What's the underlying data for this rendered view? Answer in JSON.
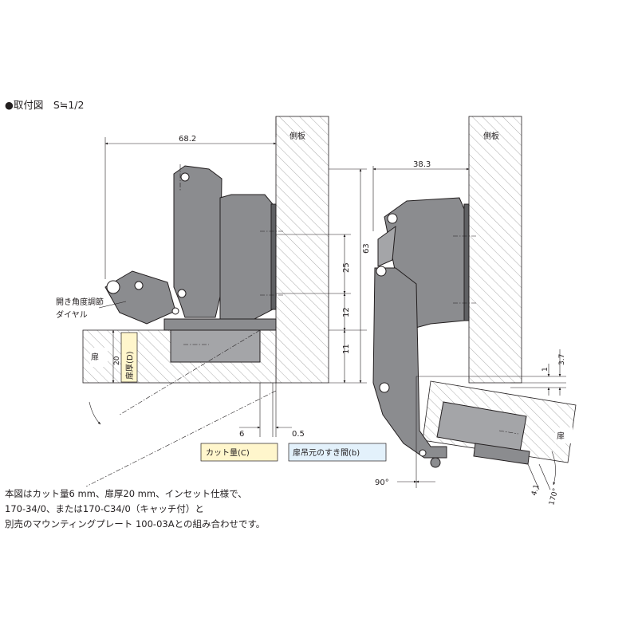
{
  "title": "●取付図　S≒1/2",
  "labels": {
    "side_panel_left": "側板",
    "side_panel_right": "側板",
    "door_left": "扉",
    "door_right": "扉",
    "door_thickness": "扉厚(D)",
    "dial": [
      "開き角度調節",
      "ダイヤル"
    ],
    "cut_amount": "カット量(C)",
    "door_gap": "扉吊元のすき間(b)"
  },
  "dimensions": {
    "width_left": "68.2",
    "width_right": "38.3",
    "height_63": "63",
    "height_25": "25",
    "height_12": "12",
    "height_11": "11",
    "door_20": "20",
    "cut_6": "6",
    "gap_05": "0.5",
    "dim_1": "1",
    "dim_37": "3.7",
    "dim_41": "4.1",
    "angle_90": "90°",
    "angle_170": "170°"
  },
  "notes": [
    "本図はカット量6 mm、扉厚20 mm、インセット仕様で、",
    "170-34/0、または170-C34/0（キャッチ付）と",
    "別売のマウンティングプレート 100-03Aとの組み合わせです。"
  ],
  "colors": {
    "ink": "#231f20",
    "part": "#8b8c8f",
    "cut_box": "#fff6cc",
    "gap_box": "#e3f1fb"
  }
}
